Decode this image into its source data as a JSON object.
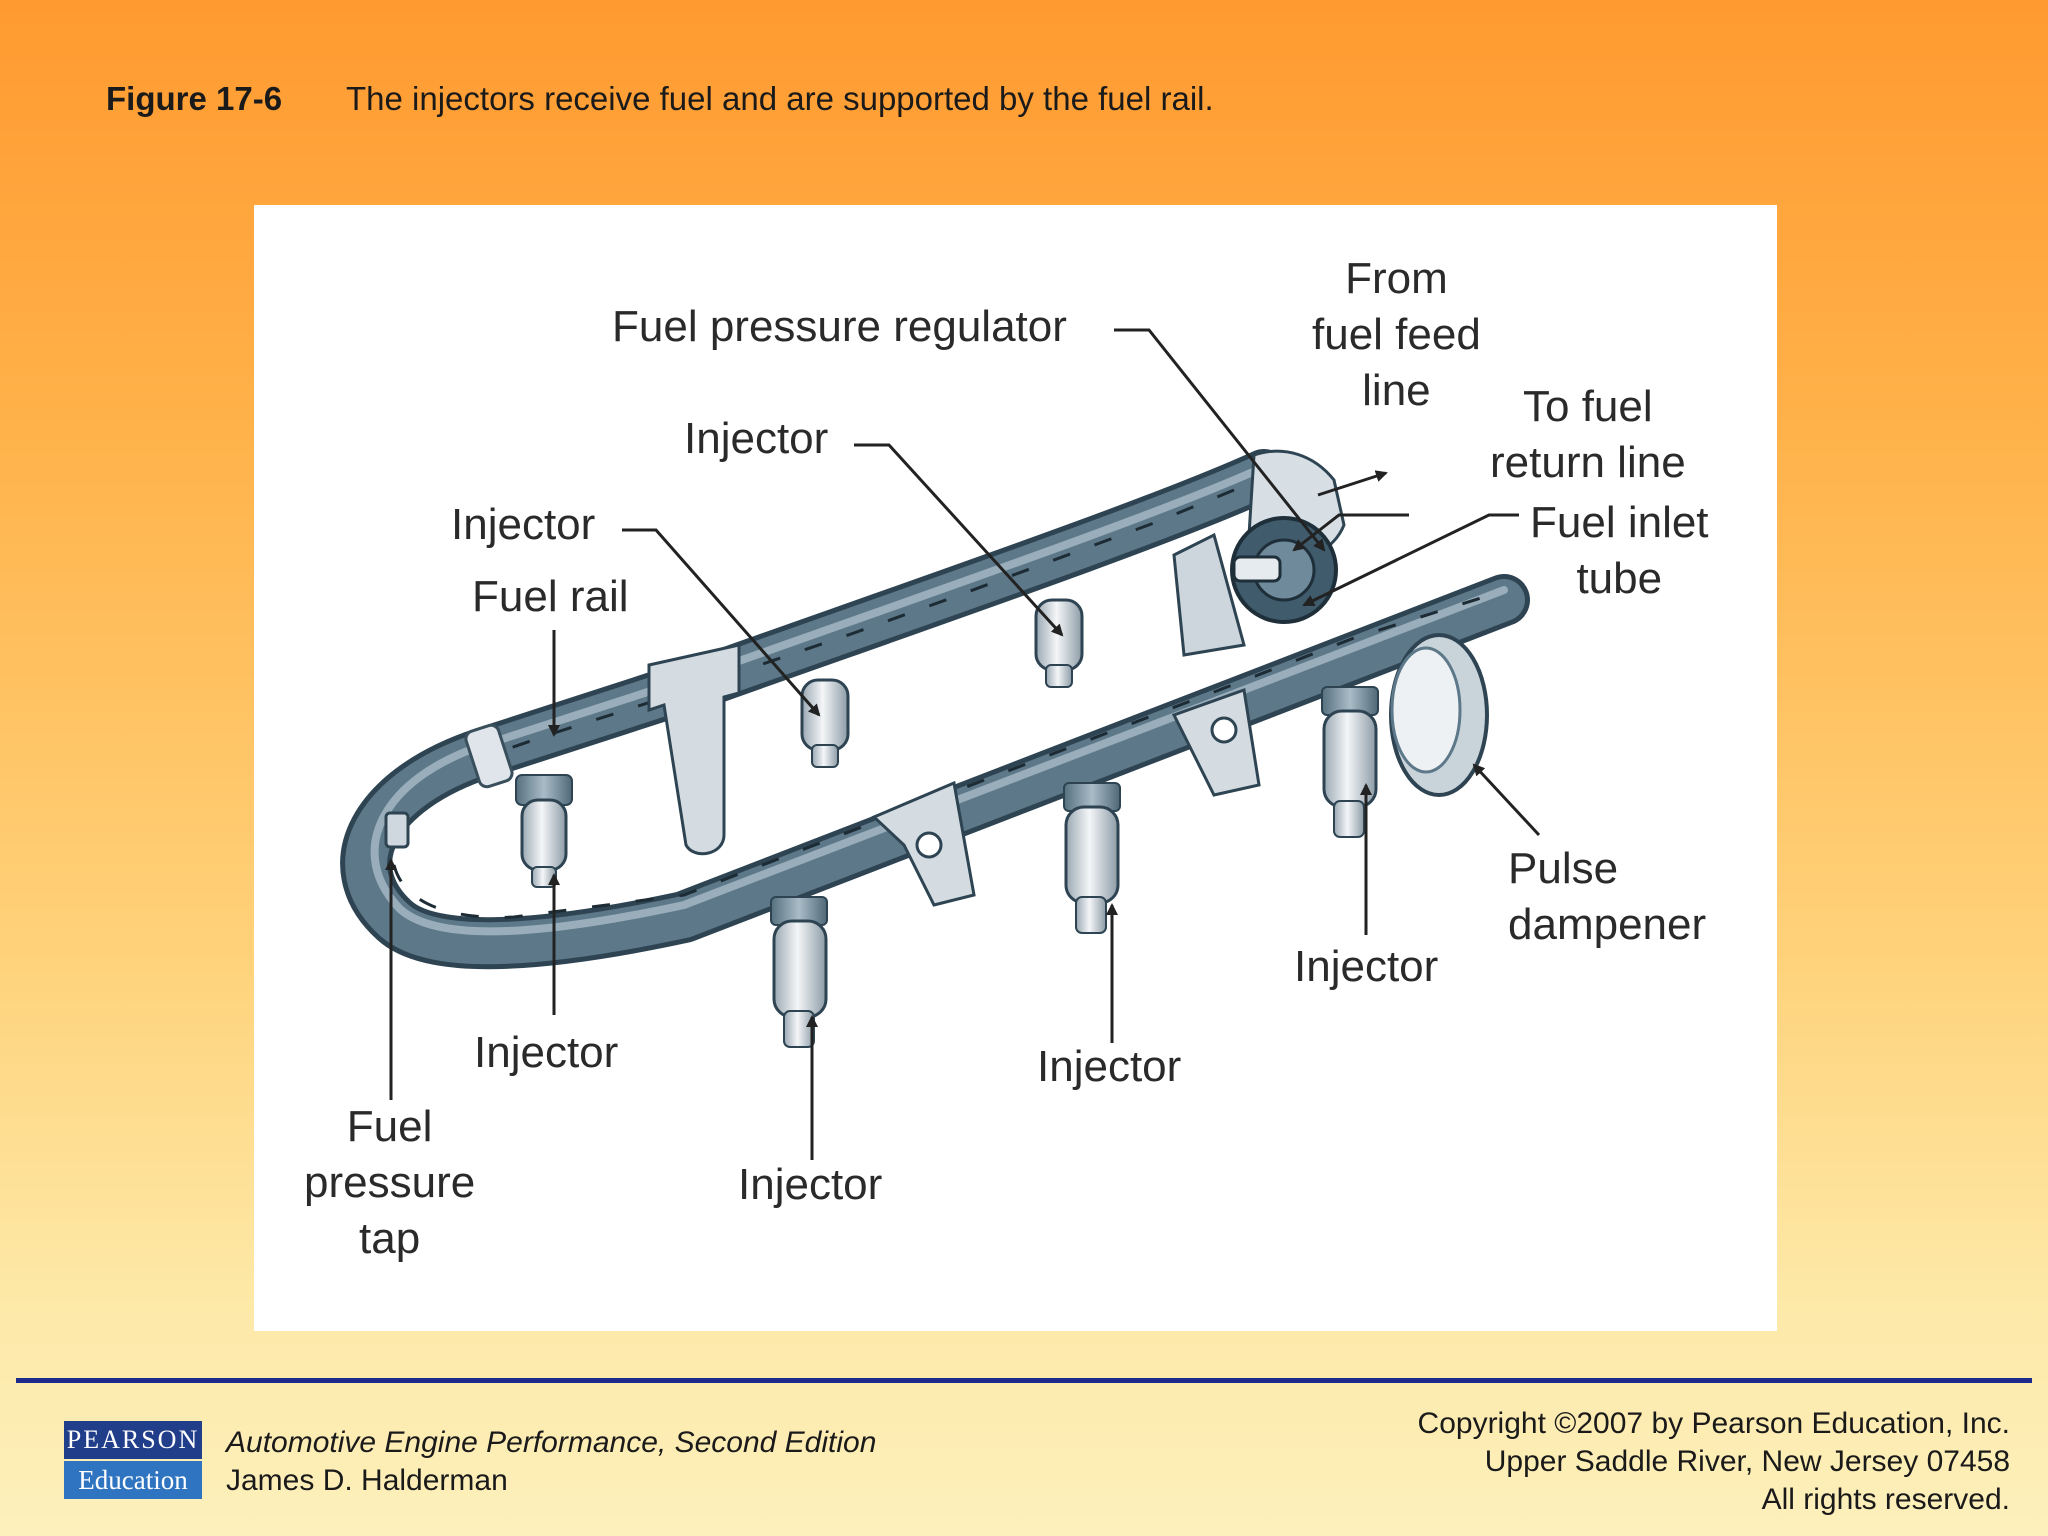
{
  "caption": {
    "figure_number": "Figure 17-6",
    "text": "The injectors receive fuel and are supported by the fuel rail."
  },
  "diagram": {
    "labels": {
      "fuel_pressure_regulator": "Fuel pressure regulator",
      "from_fuel_feed_line": [
        "From",
        "fuel feed",
        "line"
      ],
      "to_fuel_return_line": [
        "To fuel",
        "return line"
      ],
      "fuel_inlet_tube": [
        "Fuel inlet",
        "tube"
      ],
      "injector_top_center": "Injector",
      "injector_top_left": "Injector",
      "fuel_rail": "Fuel rail",
      "pulse_dampener": [
        "Pulse",
        "dampener"
      ],
      "injector_right": "Injector",
      "injector_left_bottom": "Injector",
      "injector_center_bottom": "Injector",
      "injector_bottom": "Injector",
      "fuel_pressure_tap": [
        "Fuel",
        "pressure",
        "tap"
      ]
    }
  },
  "footer": {
    "logo_top": "PEARSON",
    "logo_bottom": "Education",
    "book_title": "Automotive Engine Performance, Second Edition",
    "author": "James D. Halderman",
    "copyright_lines": [
      "Copyright ©2007 by Pearson Education, Inc.",
      "Upper Saddle River, New Jersey 07458",
      "All rights reserved."
    ]
  },
  "colors": {
    "rail": "#4b6677",
    "rail_highlight": "#9fb3c0",
    "injector_body": "#e8ecef",
    "injector_shadow": "#8a9aa6",
    "footer_rule": "#1c2a8c"
  }
}
